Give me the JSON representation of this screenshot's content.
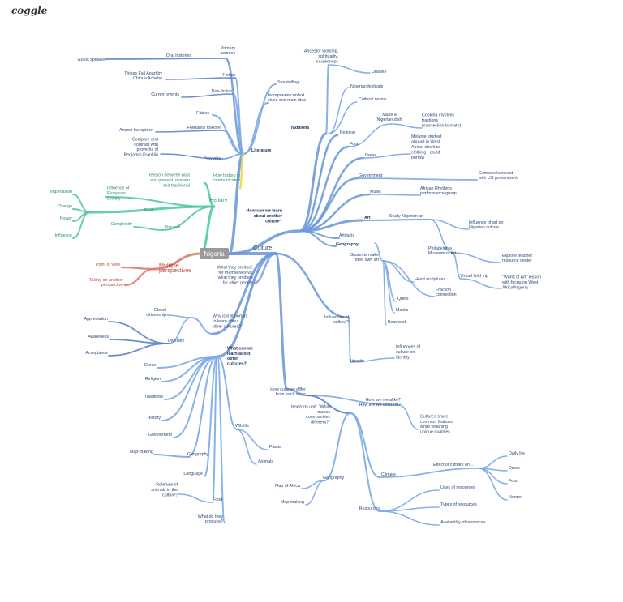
{
  "app": {
    "logo": "coggle"
  },
  "colors": {
    "blue": "#6f9ad8",
    "blue2": "#7aa8e6",
    "blue3": "#5b82c9",
    "teal": "#55c9a6",
    "yellow": "#f0d64a",
    "red": "#e07a6a",
    "dblue": "#8aa0e6"
  },
  "root": {
    "label": "Nigeria"
  },
  "nodes": [
    {
      "id": "guest",
      "text": "Guest speaker"
    },
    {
      "id": "oral",
      "text": "Oral histories"
    },
    {
      "id": "primary",
      "text": "Primary\nsources"
    },
    {
      "id": "things",
      "text": "Things Fall Apart by\nChinua Achebe"
    },
    {
      "id": "fiction",
      "text": "Fiction"
    },
    {
      "id": "current",
      "text": "Current events"
    },
    {
      "id": "nonfic",
      "text": "Non-fiction"
    },
    {
      "id": "fables",
      "text": "Fables"
    },
    {
      "id": "anansi",
      "text": "Anansi the spider"
    },
    {
      "id": "folk",
      "text": "Folktales/ folklore"
    },
    {
      "id": "compare",
      "text": "Compare and\ncontrast with\nproverbs of\nBenjamin Franklin"
    },
    {
      "id": "proverbs",
      "text": "Proverbs"
    },
    {
      "id": "story",
      "text": "Storytelling"
    },
    {
      "id": "incorp",
      "text": "Incorporate context\nclues and main idea"
    },
    {
      "id": "lit",
      "text": "Literature",
      "bold": true
    },
    {
      "id": "ancestor",
      "text": "Ancestor worship,\nspirituality,\nsacredness"
    },
    {
      "id": "oracles",
      "text": "Oracles"
    },
    {
      "id": "festivals",
      "text": "Nigerian festivals"
    },
    {
      "id": "norms",
      "text": "Cultural norms"
    },
    {
      "id": "traditions",
      "text": "Traditions",
      "bold": true
    },
    {
      "id": "religion",
      "text": "Religion"
    },
    {
      "id": "dish",
      "text": "Make a\nNigerian dish"
    },
    {
      "id": "cooking",
      "text": "Cooking involves\nfractions\n(connection to math)"
    },
    {
      "id": "food",
      "text": "Food"
    },
    {
      "id": "dress",
      "text": "Dress"
    },
    {
      "id": "melanie",
      "text": "Melanie studied\nabroad in West\nAfrica; she has\nclothing I could\nborrow"
    },
    {
      "id": "gov",
      "text": "Government"
    },
    {
      "id": "compus",
      "text": "Compare/contrast\nwith US government"
    },
    {
      "id": "music",
      "text": "Music"
    },
    {
      "id": "rhythms",
      "text": "African Rhythms\nperformance group"
    },
    {
      "id": "art",
      "text": "Art",
      "bold": true
    },
    {
      "id": "studyart",
      "text": "Study Nigerian art"
    },
    {
      "id": "influart",
      "text": "Influence of art on\nNigerian culture"
    },
    {
      "id": "artifacts",
      "text": "Artifacts"
    },
    {
      "id": "geo1",
      "text": "Geography",
      "bold": true
    },
    {
      "id": "howlearn",
      "text": "How can we learn\nabout another\nculture?",
      "bold": true
    },
    {
      "id": "phila",
      "text": "Philadelphia\nMuseum of Art"
    },
    {
      "id": "explore",
      "text": "Explore teacher\nresource center"
    },
    {
      "id": "vft",
      "text": "Virtual field trip"
    },
    {
      "id": "woa",
      "text": "\"World of Art\" lesson\nwith focus on West\nAfrica/Nigeria"
    },
    {
      "id": "students",
      "text": "Students make\ntheir own art"
    },
    {
      "id": "head",
      "text": "Head sculptures"
    },
    {
      "id": "fraction",
      "text": "Fraction\nconnection"
    },
    {
      "id": "quilts",
      "text": "Quilts"
    },
    {
      "id": "masks",
      "text": "Masks"
    },
    {
      "id": "beadwork",
      "text": "Beadwork"
    },
    {
      "id": "tension",
      "text": "Tension between past\nand present, modern\nand traditional"
    },
    {
      "id": "howhist",
      "text": "How history is\ncommunicated"
    },
    {
      "id": "history",
      "text": "History"
    },
    {
      "id": "imperialism",
      "text": "Imperialism"
    },
    {
      "id": "euro",
      "text": "Influence of\nEuropean\nsociety"
    },
    {
      "id": "change",
      "text": "Change"
    },
    {
      "id": "past",
      "text": "Past"
    },
    {
      "id": "power",
      "text": "Power"
    },
    {
      "id": "influence",
      "text": "Influence"
    },
    {
      "id": "complexity",
      "text": "Complexity"
    },
    {
      "id": "present",
      "text": "Present"
    },
    {
      "id": "culture",
      "text": "Culture"
    },
    {
      "id": "pov",
      "text": "Point of view"
    },
    {
      "id": "multiple",
      "text": "Multiple\nperspectives"
    },
    {
      "id": "taking",
      "text": "Taking on another\nperspective"
    },
    {
      "id": "whatprod",
      "text": "What they produce\nfor themselves vs.\nwhat they produce\nfor other people"
    },
    {
      "id": "global",
      "text": "Global\ncitizenship"
    },
    {
      "id": "appreciation",
      "text": "Appreciation"
    },
    {
      "id": "why",
      "text": "Why is it important\nto learn about\nother cultures?"
    },
    {
      "id": "awareness",
      "text": "Awareness"
    },
    {
      "id": "diversity",
      "text": "Diversity"
    },
    {
      "id": "acceptance",
      "text": "Acceptance"
    },
    {
      "id": "influcult",
      "text": "Influences of\nculture?"
    },
    {
      "id": "identity",
      "text": "Identity"
    },
    {
      "id": "inflident",
      "text": "Influences of\nculture on\nidentity"
    },
    {
      "id": "whatcan",
      "text": "What can we\nlearn about\nother\ncultures?",
      "bold": true
    },
    {
      "id": "dress2",
      "text": "Dress"
    },
    {
      "id": "religion2",
      "text": "Religion"
    },
    {
      "id": "traditions2",
      "text": "Traditions"
    },
    {
      "id": "history2",
      "text": "History"
    },
    {
      "id": "gov2",
      "text": "Government"
    },
    {
      "id": "mapmaking",
      "text": "Map-making"
    },
    {
      "id": "geo2",
      "text": "Geography"
    },
    {
      "id": "language",
      "text": "Language"
    },
    {
      "id": "role",
      "text": "Role/use of\nanimals in the\nculture?"
    },
    {
      "id": "food2",
      "text": "Food"
    },
    {
      "id": "whatdo",
      "text": "What do they\nproduce?"
    },
    {
      "id": "wildlife",
      "text": "Wildlife"
    },
    {
      "id": "plants",
      "text": "Plants"
    },
    {
      "id": "animals",
      "text": "Animals"
    },
    {
      "id": "howdiffer",
      "text": "How cultures differ\nfrom each other"
    },
    {
      "id": "howalike",
      "text": "How are we alike?\nHow are we different?"
    },
    {
      "id": "share",
      "text": "Cultures share\ncommon features\nwhile retaining\nunique qualities"
    },
    {
      "id": "horizons",
      "text": "Horizons unit: \"What\nmakes\ncommunities\ndifferent?\""
    },
    {
      "id": "climate",
      "text": "Climate"
    },
    {
      "id": "effect",
      "text": "Effect of climate on..."
    },
    {
      "id": "daily",
      "text": "Daily life"
    },
    {
      "id": "dress3",
      "text": "Dress"
    },
    {
      "id": "food3",
      "text": "Food"
    },
    {
      "id": "norms2",
      "text": "Norms"
    },
    {
      "id": "mapafrica",
      "text": "Map of Africa"
    },
    {
      "id": "geo3",
      "text": "Geography"
    },
    {
      "id": "mapmaking2",
      "text": "Map-making"
    },
    {
      "id": "resources",
      "text": "Resources"
    },
    {
      "id": "uses",
      "text": "Uses of resources"
    },
    {
      "id": "types",
      "text": "Types of resources"
    },
    {
      "id": "avail",
      "text": "Availability of resources"
    }
  ]
}
